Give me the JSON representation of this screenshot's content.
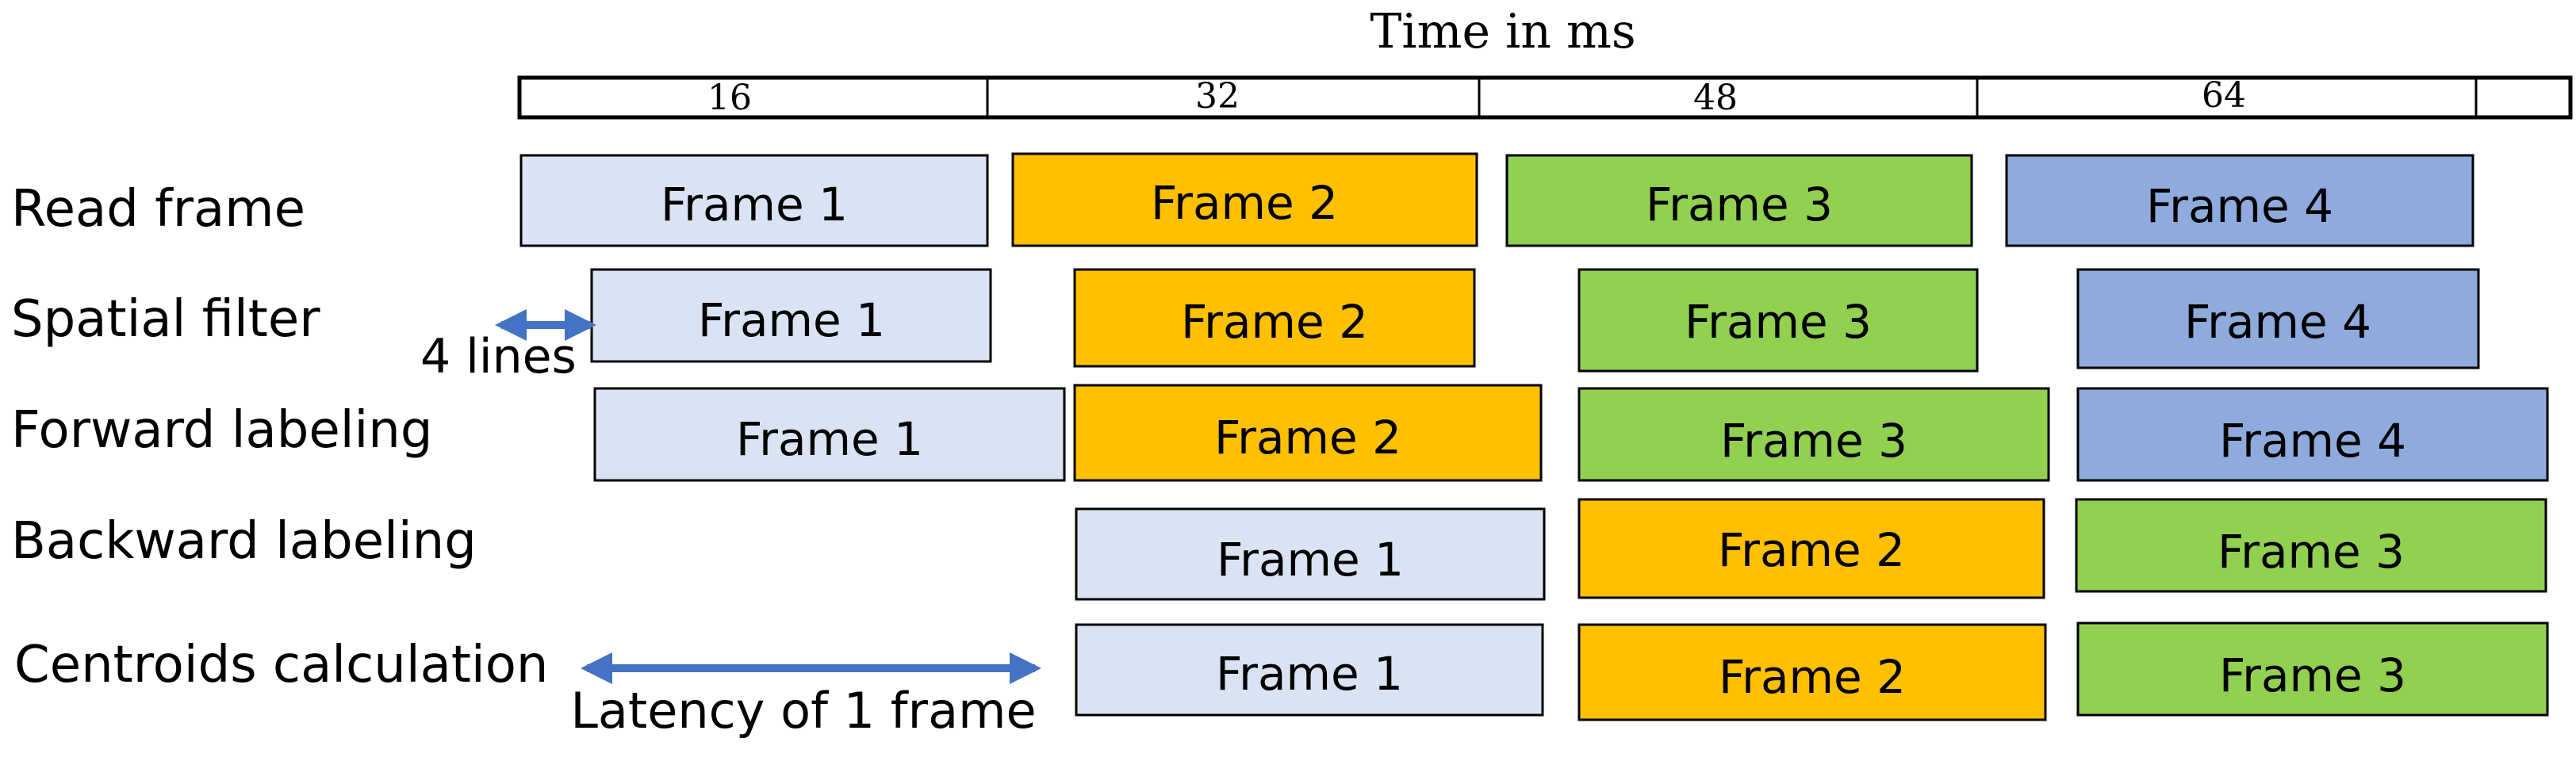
{
  "title": "Time in ms",
  "time_ticks": [
    "16",
    "32",
    "48",
    "64"
  ],
  "rows": [
    {
      "label": "Read frame",
      "bars": [
        {
          "text": "Frame 1",
          "color": "#dae3f3"
        },
        {
          "text": "Frame 2",
          "color": "#ffc000"
        },
        {
          "text": "Frame 3",
          "color": "#92d050"
        },
        {
          "text": "Frame 4",
          "color": "#8faadc"
        }
      ]
    },
    {
      "label": "Spatial filter",
      "bars": [
        {
          "text": "Frame 1",
          "color": "#dae3f3"
        },
        {
          "text": "Frame 2",
          "color": "#ffc000"
        },
        {
          "text": "Frame 3",
          "color": "#92d050"
        },
        {
          "text": "Frame 4",
          "color": "#8faadc"
        }
      ]
    },
    {
      "label": "Forward labeling",
      "bars": [
        {
          "text": "Frame 1",
          "color": "#dae3f3"
        },
        {
          "text": "Frame 2",
          "color": "#ffc000"
        },
        {
          "text": "Frame 3",
          "color": "#92d050"
        },
        {
          "text": "Frame 4",
          "color": "#8faadc"
        }
      ]
    },
    {
      "label": "Backward labeling",
      "bars": [
        {
          "text": "Frame 1",
          "color": "#dae3f3"
        },
        {
          "text": "Frame 2",
          "color": "#ffc000"
        },
        {
          "text": "Frame 3",
          "color": "#92d050"
        }
      ]
    },
    {
      "label": "Centroids calculation",
      "bars": [
        {
          "text": "Frame 1",
          "color": "#dae3f3"
        },
        {
          "text": "Frame 2",
          "color": "#ffc000"
        },
        {
          "text": "Frame 3",
          "color": "#92d050"
        }
      ]
    }
  ],
  "annotations": {
    "lines": "4 lines",
    "latency": "Latency of 1 frame",
    "arrow_color": "#4472c4"
  }
}
